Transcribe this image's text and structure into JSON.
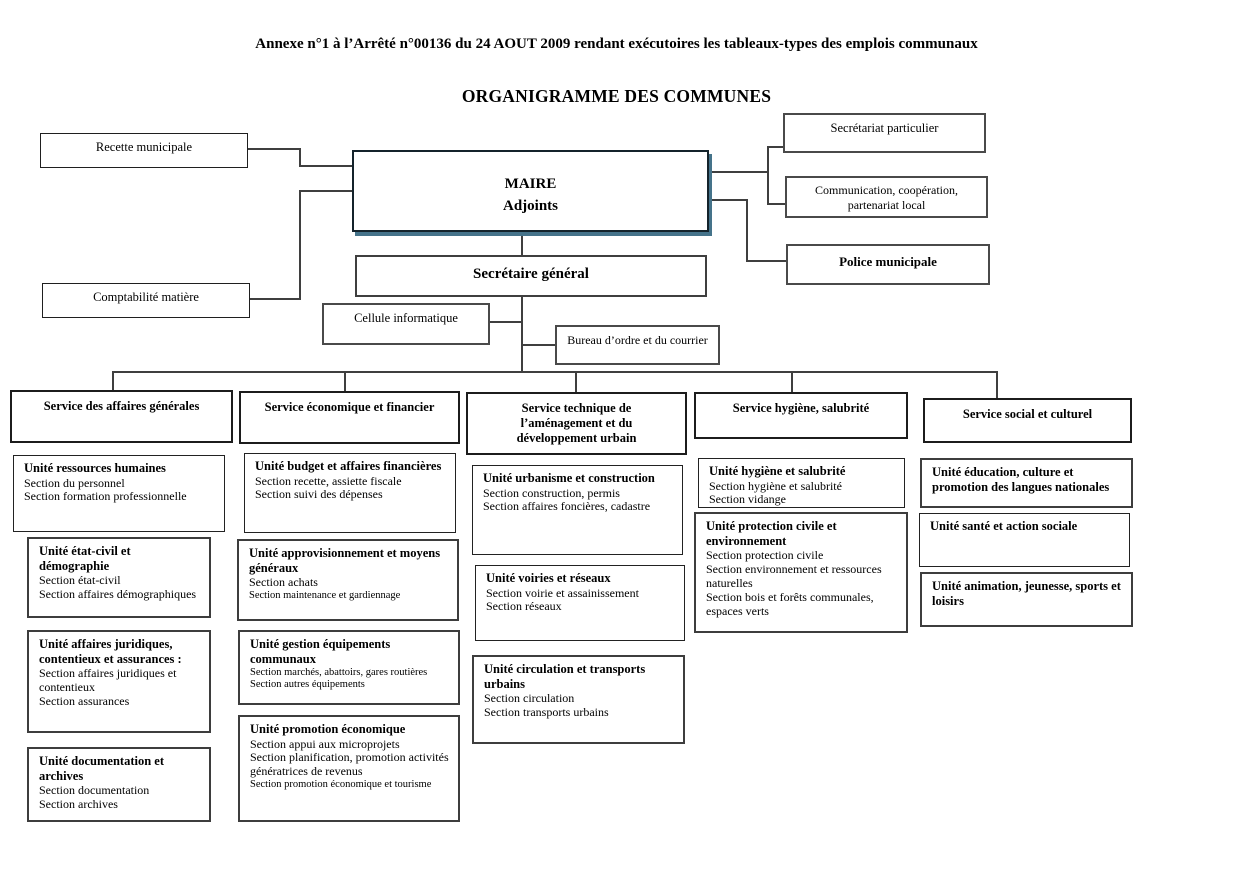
{
  "header": {
    "annex_title": "Annexe n°1 à l’Arrêté n°00136 du 24 AOUT 2009 rendant exécutoires les tableaux-types des emplois communaux",
    "main_title": "ORGANIGRAMME DES COMMUNES"
  },
  "boxes": {
    "recette": {
      "label": "Recette municipale"
    },
    "comptabilite": {
      "label": "Comptabilité matière"
    },
    "maire": {
      "line1": "MAIRE",
      "line2": "Adjoints"
    },
    "secretariat_particulier": {
      "label": "Secrétariat particulier"
    },
    "communication": {
      "label": "Communication, coopération, partenariat local"
    },
    "police": {
      "label": "Police municipale"
    },
    "secretaire_general": {
      "label": "Secrétaire général"
    },
    "cellule_informatique": {
      "label": "Cellule informatique"
    },
    "bureau_ordre": {
      "label": "Bureau d’ordre et du courrier"
    }
  },
  "services": [
    {
      "label": "Service des affaires générales"
    },
    {
      "label": "Service économique et financier"
    },
    {
      "label": "Service technique de l’aménagement et du développement urbain"
    },
    {
      "label": "Service hygiène, salubrité"
    },
    {
      "label": "Service social et culturel"
    }
  ],
  "units": {
    "col1": [
      {
        "title": "Unité ressources humaines",
        "sections": [
          "Section du personnel",
          "Section formation professionnelle"
        ]
      },
      {
        "title": "Unité état-civil et démographie",
        "sections": [
          "Section état-civil",
          "Section affaires démographiques"
        ]
      },
      {
        "title": "Unité affaires juridiques, contentieux et assurances :",
        "sections": [
          "Section affaires juridiques et contentieux",
          "Section assurances"
        ]
      },
      {
        "title": "Unité documentation et archives",
        "sections": [
          "Section documentation",
          "Section archives"
        ]
      }
    ],
    "col2": [
      {
        "title": "Unité budget et affaires financières",
        "sections": [
          "Section recette, assiette fiscale",
          "Section suivi des dépenses"
        ]
      },
      {
        "title": "Unité approvisionnement et moyens généraux",
        "sections": [
          "Section achats",
          "Section maintenance et gardiennage"
        ]
      },
      {
        "title": "Unité gestion équipements communaux",
        "sections": [
          "Section marchés, abattoirs, gares routières",
          "Section autres équipements"
        ]
      },
      {
        "title": "Unité promotion économique",
        "sections": [
          "Section appui aux microprojets",
          "Section planification, promotion activités génératrices de revenus",
          "Section promotion économique et tourisme"
        ]
      }
    ],
    "col3": [
      {
        "title": "Unité urbanisme et construction",
        "sections": [
          "Section construction, permis",
          "Section affaires foncières, cadastre"
        ]
      },
      {
        "title": "Unité voiries et réseaux",
        "sections": [
          "Section voirie et assainissement",
          "Section réseaux"
        ]
      },
      {
        "title": "Unité circulation et transports urbains",
        "sections": [
          "Section circulation",
          "Section transports urbains"
        ]
      }
    ],
    "col4": [
      {
        "title": "Unité hygiène et salubrité",
        "sections": [
          "Section hygiène et salubrité",
          "Section vidange"
        ]
      },
      {
        "title": "Unité protection civile et environnement",
        "sections": [
          "Section protection civile",
          "Section environnement et ressources naturelles",
          "Section bois et forêts communales, espaces verts"
        ]
      }
    ],
    "col5": [
      {
        "title": "Unité éducation, culture et promotion des langues nationales",
        "sections": []
      },
      {
        "title": "Unité santé et action sociale",
        "sections": []
      },
      {
        "title": "Unité animation, jeunesse, sports et loisirs",
        "sections": []
      }
    ]
  },
  "colors": {
    "connector": "#3f3f3f",
    "maire_shadow": "#45738a",
    "border": "#1f1f1f"
  }
}
